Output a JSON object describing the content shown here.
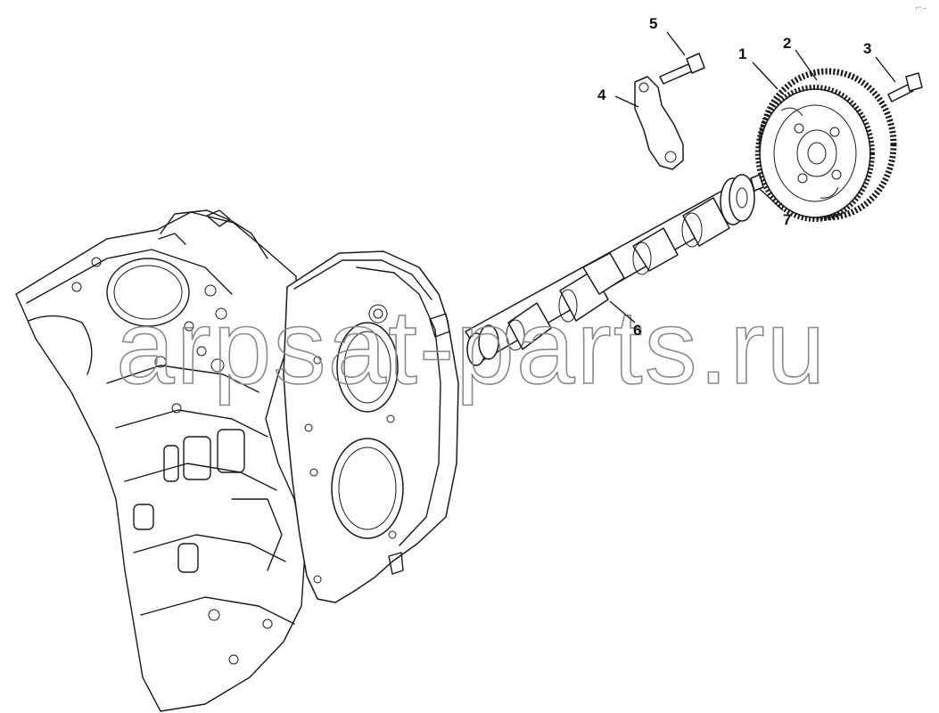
{
  "callouts": {
    "c1": "1",
    "c2": "2",
    "c3": "3",
    "c4": "4",
    "c5": "5",
    "c6": "6",
    "c7": "7"
  },
  "watermark": "arpsat-parts.ru",
  "corner_mark": "⌐–",
  "colors": {
    "line": "#1a1a1a",
    "background": "#ffffff",
    "watermark": "#8a8a8a"
  }
}
